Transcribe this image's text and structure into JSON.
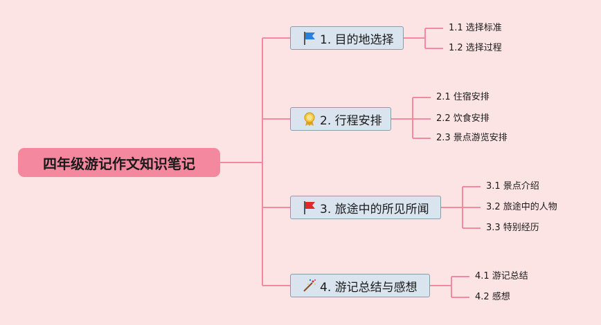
{
  "root": {
    "title": "四年级游记作文知识笔记"
  },
  "branches": [
    {
      "label": "1. 目的地选择",
      "icon": "blue-flag-icon",
      "children": [
        "1.1 选择标准",
        "1.2 选择过程"
      ]
    },
    {
      "label": "2. 行程安排",
      "icon": "award-ribbon-icon",
      "children": [
        "2.1 住宿安排",
        "2.2 饮食安排",
        "2.3 景点游览安排"
      ]
    },
    {
      "label": "3. 旅途中的所见所闻",
      "icon": "red-flag-icon",
      "children": [
        "3.1 景点介绍",
        "3.2 旅途中的人物",
        "3.3 特别经历"
      ]
    },
    {
      "label": "4. 游记总结与感想",
      "icon": "fireworks-icon",
      "children": [
        "4.1 游记总结",
        "4.2 感想"
      ]
    }
  ],
  "colors": {
    "background": "#fde4e4",
    "root_fill": "#f4889e",
    "branch_fill": "#d9e4ef",
    "connector": "#f4889e"
  }
}
